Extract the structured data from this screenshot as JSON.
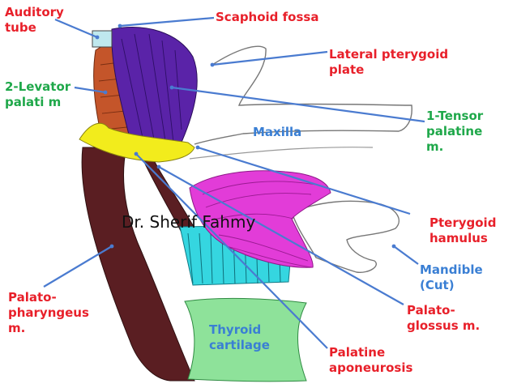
{
  "labels": {
    "auditory_tube": "Auditory\ntube",
    "scaphoid_fossa": "Scaphoid fossa",
    "lateral_pterygoid_plate": "Lateral pterygoid\nplate",
    "levator_palati": "2-Levator\npalati m",
    "tensor_palatine": "1-Tensor\npalatine\nm.",
    "maxilla": "Maxilla",
    "pterygoid_hamulus": "Pterygoid\nhamulus",
    "mandible": "Mandible\n(Cut)",
    "palatopharyngeus": "Palato-\npharyngeus\nm.",
    "palatoglossus": "Palato-\nglossus m.",
    "thyroid_cartilage": "Thyroid\ncartilage",
    "palatine_aponeurosis": "Palatine\naponeurosis"
  },
  "watermark": "Dr. Sherif Fahmy",
  "colors": {
    "label_red": "#e8202a",
    "label_green": "#1fa84a",
    "label_blue": "#3a7fd4",
    "pointer": "#4a7bd0",
    "tensor_muscle": "#5a23a8",
    "levator_muscle": "#c4552a",
    "aponeurosis": "#f2ec1c",
    "palatopharyngeus": "#5a1e22",
    "palatoglossus": "#e23cd8",
    "tongue_base": "#35d6e0",
    "thyroid": "#8ee29a"
  }
}
